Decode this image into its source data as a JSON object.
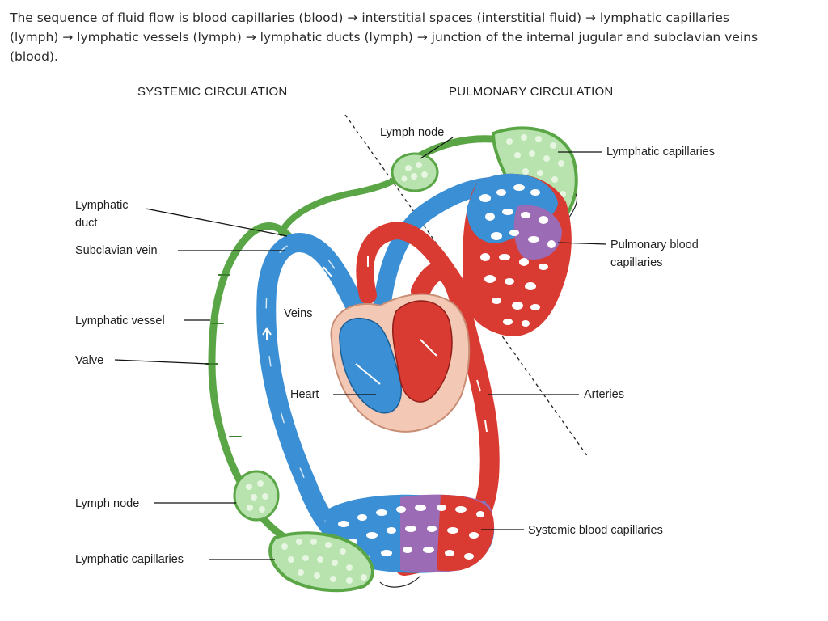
{
  "intro": {
    "line1": "The sequence of fluid flow is blood capillaries (blood) → interstitial spaces (interstitial fluid) → lymphatic capillaries",
    "line2": "(lymph) → lymphatic vessels (lymph) → lymphatic ducts (lymph) → junction of the internal jugular and subclavian veins",
    "line3": "(blood)."
  },
  "headers": {
    "systemic": "SYSTEMIC CIRCULATION",
    "pulmonary": "PULMONARY CIRCULATION"
  },
  "labels": {
    "lymph_node_top": "Lymph node",
    "lymphatic_capillaries_top": "Lymphatic capillaries",
    "lymphatic_duct_1": "Lymphatic",
    "lymphatic_duct_2": "duct",
    "subclavian_vein": "Subclavian vein",
    "pulmonary_blood_capillaries_1": "Pulmonary blood",
    "pulmonary_blood_capillaries_2": "capillaries",
    "veins": "Veins",
    "lymphatic_vessel": "Lymphatic vessel",
    "valve": "Valve",
    "heart": "Heart",
    "arteries": "Arteries",
    "lymph_node_bottom": "Lymph node",
    "systemic_blood_capillaries": "Systemic blood capillaries",
    "lymphatic_capillaries_bottom": "Lymphatic capillaries"
  },
  "colors": {
    "lymph": "#5aa646",
    "lymph_light": "#b8e3ae",
    "vein": "#3b8fd4",
    "artery": "#d93a31",
    "mixed": "#9b6bb5",
    "heart_sac": "#f3c9b5"
  }
}
